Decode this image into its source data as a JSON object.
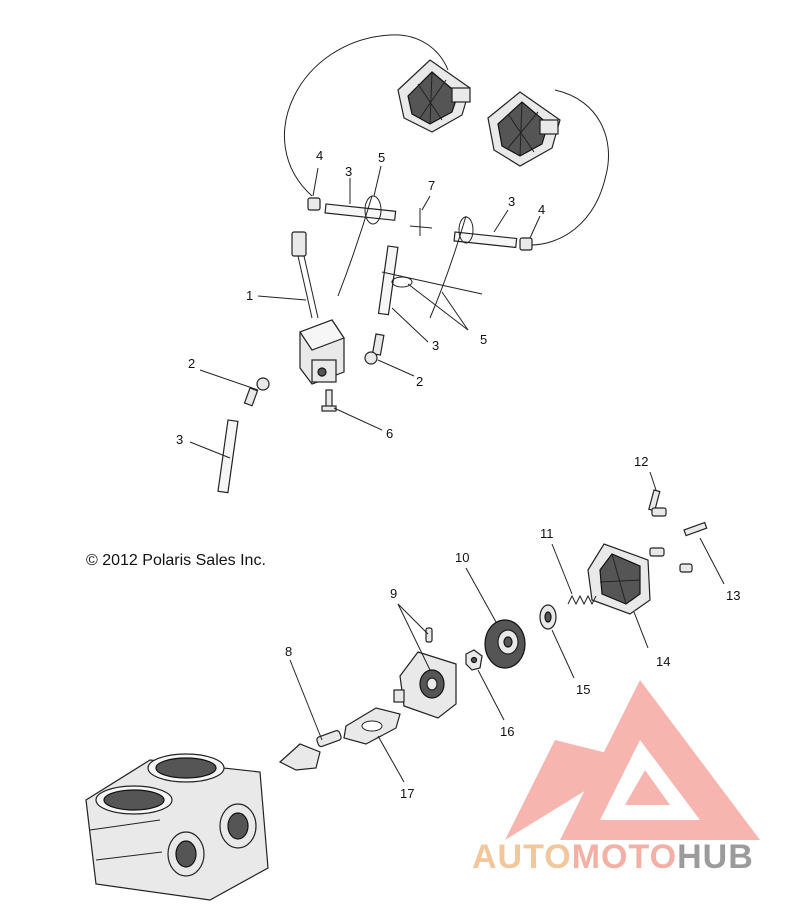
{
  "copyright": "© 2012 Polaris Sales Inc.",
  "watermark": {
    "part1": "AUTO",
    "part2": "MOTO",
    "part3": "HUB"
  },
  "callouts": {
    "c1": "1",
    "c2a": "2",
    "c2b": "2",
    "c3a": "3",
    "c3b": "3",
    "c3c": "3",
    "c3d": "3",
    "c4a": "4",
    "c4b": "4",
    "c5a": "5",
    "c5b": "5",
    "c6": "6",
    "c7": "7",
    "c8": "8",
    "c9": "9",
    "c10": "10",
    "c11": "11",
    "c12": "12",
    "c13": "13",
    "c14": "14",
    "c15": "15",
    "c16": "16",
    "c17": "17"
  }
}
